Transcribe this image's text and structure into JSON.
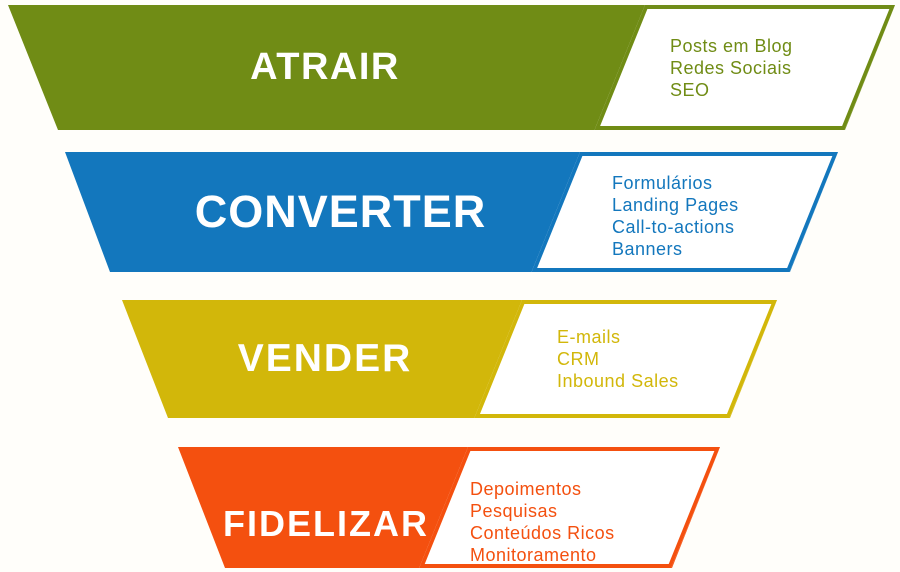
{
  "figure": {
    "background": "#fffefa",
    "stages": [
      {
        "label": "ATRAIR",
        "color": "#708c15",
        "items": [
          "Posts em Blog",
          "Redes Sociais",
          "SEO"
        ]
      },
      {
        "label": "CONVERTER",
        "color": "#1377bd",
        "items": [
          "Formulários",
          "Landing Pages",
          "Call-to-actions",
          "Banners"
        ]
      },
      {
        "label": "VENDER",
        "color": "#d2b70a",
        "items": [
          "E-mails",
          "CRM",
          "Inbound Sales"
        ]
      },
      {
        "label": "FIDELIZAR",
        "color": "#f4500f",
        "items": [
          "Depoimentos",
          "Pesquisas",
          "Conteúdos Ricos",
          "Monitoramento"
        ]
      }
    ]
  }
}
